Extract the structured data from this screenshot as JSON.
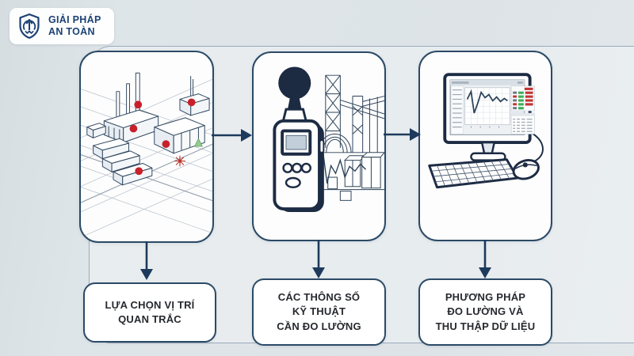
{
  "brand": {
    "icon": "shield-arrow-icon",
    "name_line1": "GIẢI PHÁP",
    "name_line2": "AN TOÀN"
  },
  "flow": {
    "steps": [
      {
        "id": 1,
        "illustration": "site-map-with-red-markers",
        "caption_lines": [
          "LỰA CHỌN VỊ TRÍ",
          "QUAN TRẮC"
        ]
      },
      {
        "id": 2,
        "illustration": "sound-level-meter-at-factory",
        "caption_lines": [
          "CÁC THÔNG SỐ",
          "KỸ THUẬT",
          "CẦN ĐO LƯỜNG"
        ]
      },
      {
        "id": 3,
        "illustration": "computer-data-dashboard",
        "caption_lines": [
          "PHƯƠNG PHÁP",
          "ĐO LƯỜNG VÀ",
          "THU THẬP DỮ LIỆU"
        ]
      }
    ]
  },
  "colors": {
    "background": "#dde3e7",
    "navy": "#1d2c44",
    "panel_border": "#2b4a66",
    "marker_red": "#c8202a",
    "badge_red": "#c23434",
    "badge_green": "#3fae57",
    "logo_text": "#1c4274",
    "caption_text": "#26292e"
  }
}
